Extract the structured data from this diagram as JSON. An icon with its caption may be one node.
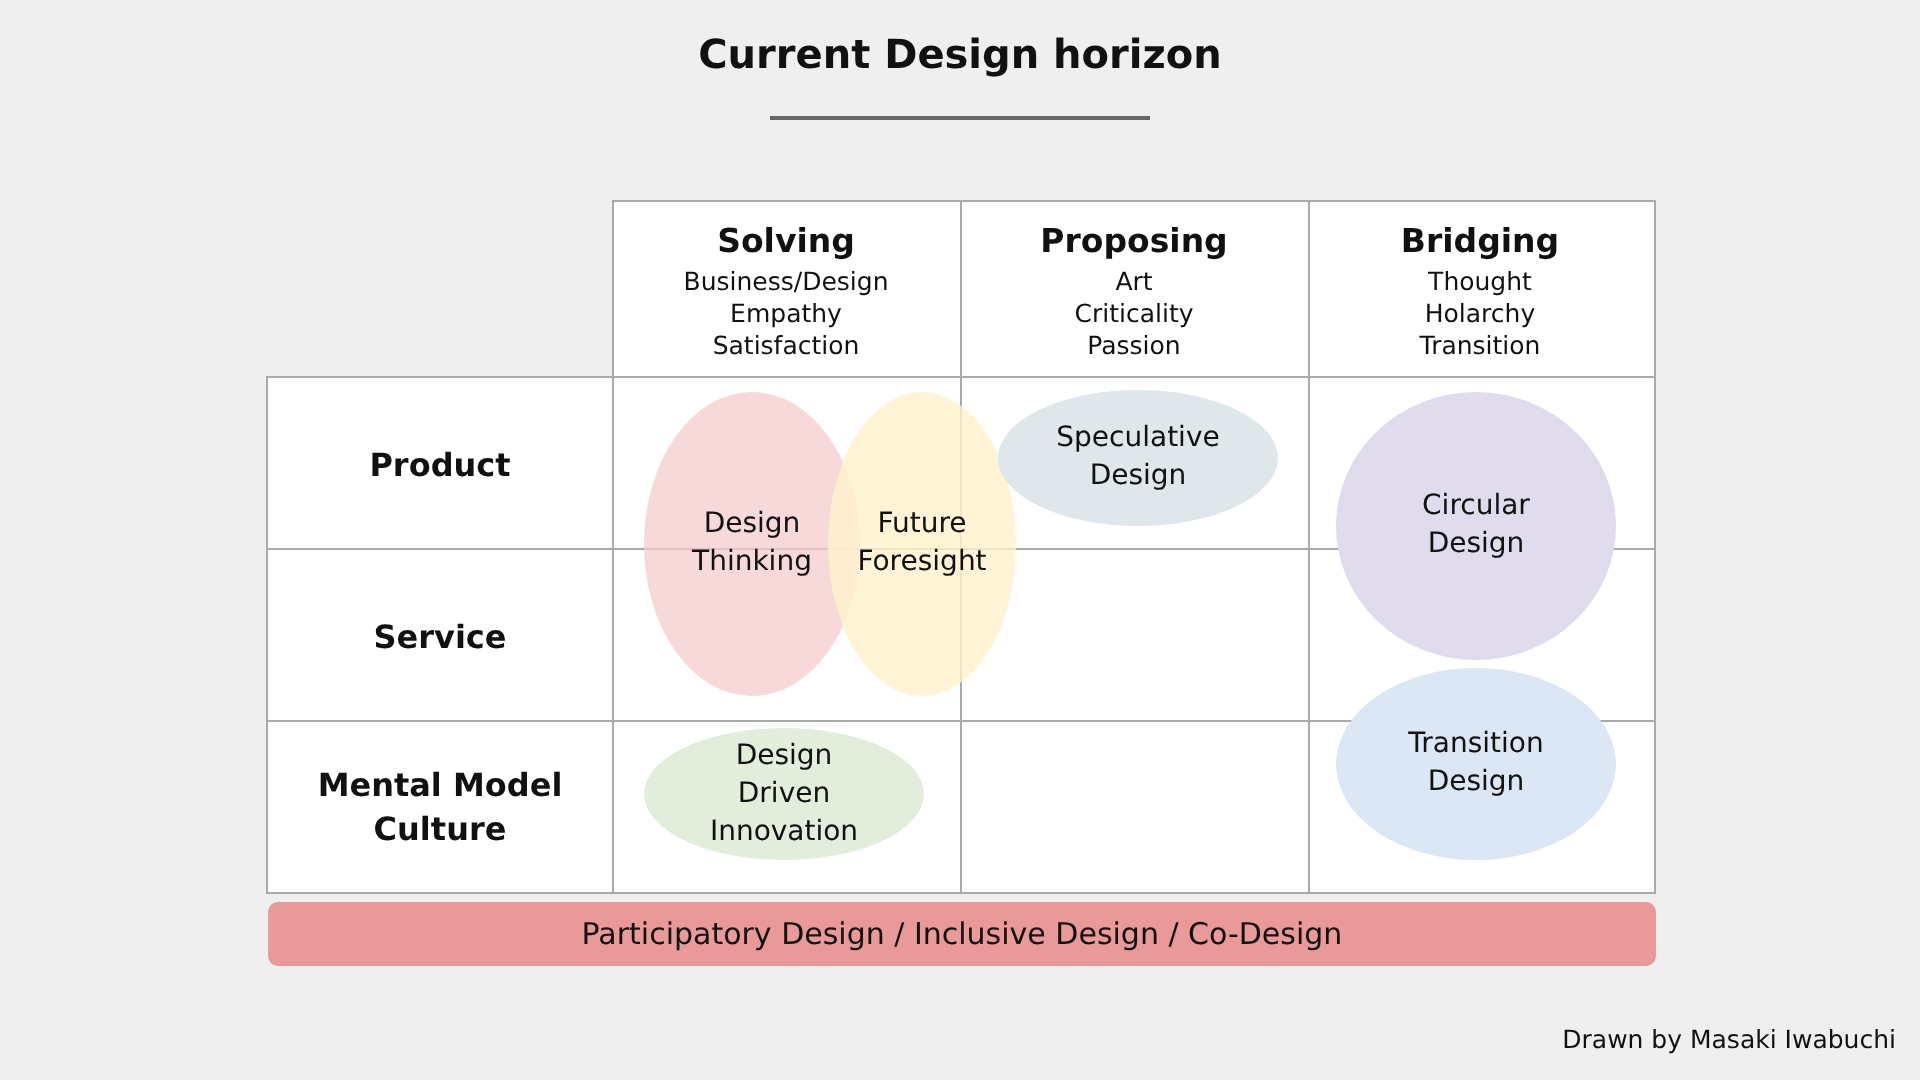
{
  "diagram": {
    "title": "Current Design horizon",
    "nodes": [
      {
        "text": [
          "Design Thinking"
        ]
      },
      {
        "text": [
          "Future Foresight"
        ]
      },
      {
        "text": [
          "Speculative Design"
        ]
      },
      {
        "text": [
          "Circular Design"
        ]
      },
      {
        "text": [
          "Design Driven Innovation"
        ]
      },
      {
        "text": [
          "Transition Design"
        ]
      },
      {
        "text": [
          "Participatory Design / Inclusive Design / Co-Design"
        ]
      }
    ],
    "labels": [
      "Solving",
      "Business/Design",
      "Empathy",
      "Satisfaction",
      "Proposing",
      "Art",
      "Criticality",
      "Passion",
      "Bridging",
      "Thought",
      "Holarchy",
      "Transition",
      "Product",
      "Service",
      "Mental Model",
      "Culture",
      "Drawn by Masaki Iwabuchi"
    ]
  }
}
